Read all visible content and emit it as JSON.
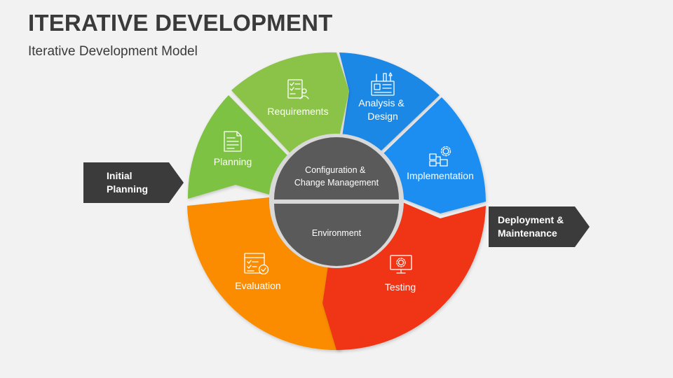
{
  "header": {
    "title": "ITERATIVE DEVELOPMENT",
    "subtitle": "Iterative Development Model"
  },
  "diagram": {
    "segments": [
      {
        "id": "planning",
        "label_lines": [
          "Planning"
        ],
        "color": "#7dc242",
        "icon": "document-icon"
      },
      {
        "id": "requirements",
        "label_lines": [
          "Requirements"
        ],
        "color": "#8bc34a",
        "icon": "checklist-person-icon"
      },
      {
        "id": "analysis",
        "label_lines": [
          "Analysis &",
          "Design"
        ],
        "color": "#1e88e5",
        "icon": "design-tools-icon"
      },
      {
        "id": "implementation",
        "label_lines": [
          "Implementation"
        ],
        "color": "#1f8ef1",
        "icon": "gear-flow-icon"
      },
      {
        "id": "testing",
        "label_lines": [
          "Testing"
        ],
        "color": "#ef3418",
        "icon": "monitor-gear-icon"
      },
      {
        "id": "evaluation",
        "label_lines": [
          "Evaluation"
        ],
        "color": "#fb8c00",
        "icon": "checklist-check-icon"
      }
    ],
    "core": {
      "top_lines": [
        "Configuration &",
        "Change Management"
      ],
      "bottom_lines": [
        "Environment"
      ],
      "color": "#5a5a5a",
      "ring_color": "#d9d9d9"
    },
    "input_arrow": {
      "lines": [
        "Initial",
        "Planning"
      ],
      "color": "#3b3b3b"
    },
    "output_arrow": {
      "lines": [
        "Deployment &",
        "Maintenance"
      ],
      "color": "#3b3b3b"
    }
  }
}
